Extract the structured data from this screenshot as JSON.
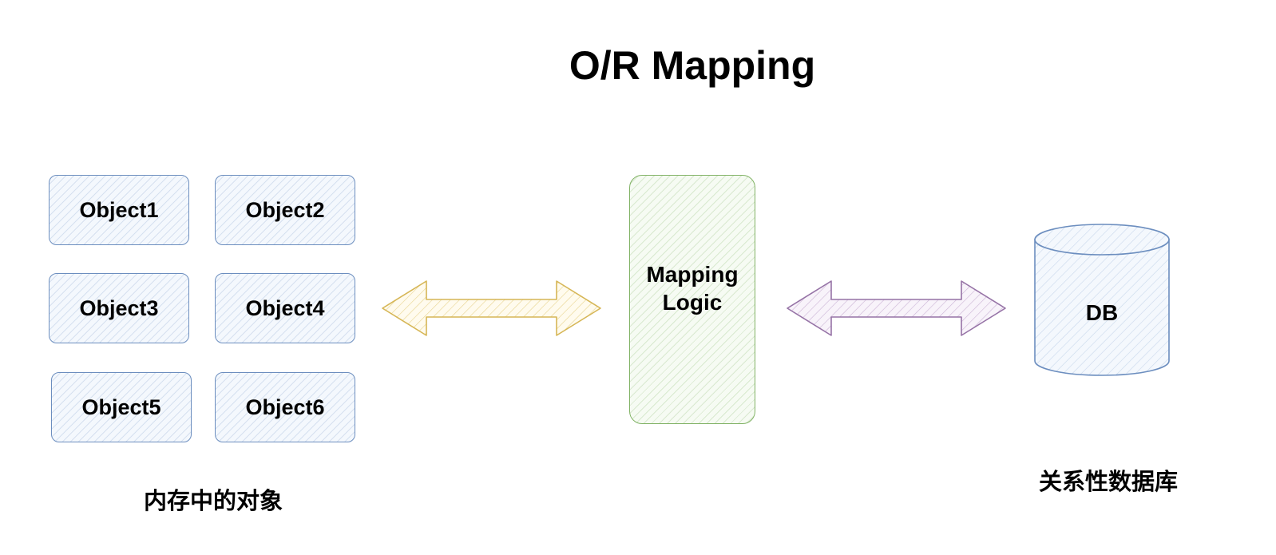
{
  "title": "O/R Mapping",
  "objects": [
    {
      "label": "Object1"
    },
    {
      "label": "Object2"
    },
    {
      "label": "Object3"
    },
    {
      "label": "Object4"
    },
    {
      "label": "Object5"
    },
    {
      "label": "Object6"
    }
  ],
  "objects_caption": "内存中的对象",
  "mapping_logic": {
    "line1": "Mapping",
    "line2": "Logic"
  },
  "database": {
    "label": "DB",
    "caption": "关系性数据库"
  },
  "colors": {
    "object_stroke": "#6c8ebf",
    "logic_stroke": "#82b366",
    "arrow_left_stroke": "#d6b656",
    "arrow_right_stroke": "#9673a6"
  }
}
